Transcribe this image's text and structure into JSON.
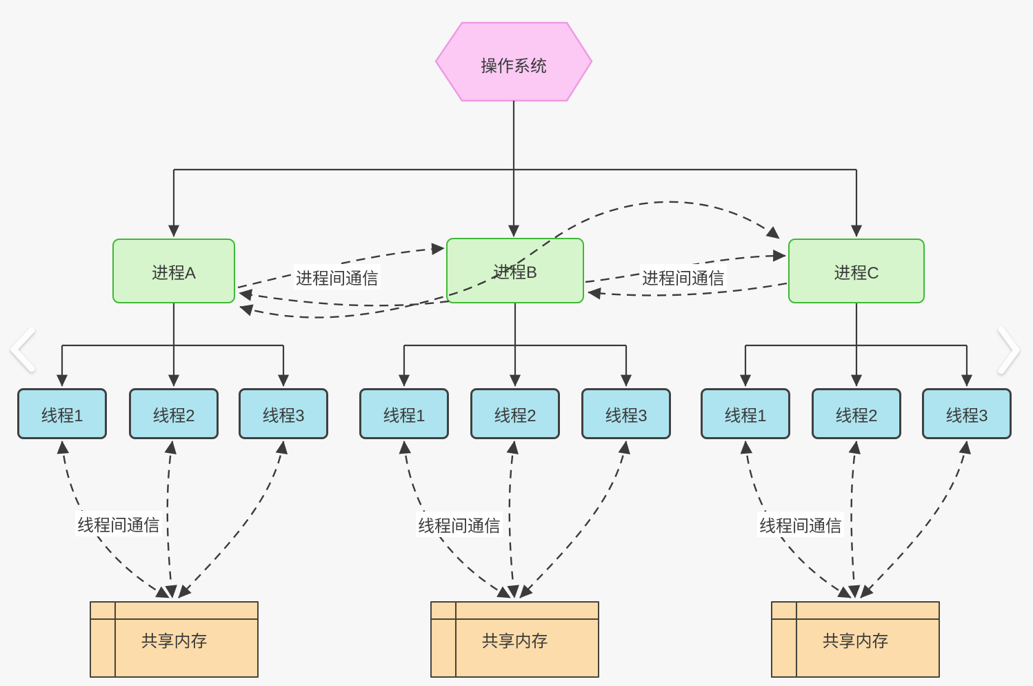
{
  "diagram": {
    "os_label": "操作系统",
    "processes": [
      {
        "label": "进程A"
      },
      {
        "label": "进程B"
      },
      {
        "label": "进程C"
      }
    ],
    "thread_labels": [
      "线程1",
      "线程2",
      "线程3"
    ],
    "shared_memory_label": "共享内存",
    "ipc_label": "进程间通信",
    "thread_comm_label": "线程间通信"
  },
  "nav": {
    "left_icon": "chevron-left",
    "right_icon": "chevron-right"
  },
  "colors": {
    "background": "#f7f7f7",
    "os_fill": "#fbc9f4",
    "os_border": "#ef9ae4",
    "process_fill": "#d6f5cc",
    "process_border": "#3fb837",
    "thread_fill": "#aee4ef",
    "thread_border": "#404040",
    "memory_fill": "#fcdcaa",
    "memory_border": "#45443a",
    "line": "#3b3b3b",
    "label_background": "#ffffff",
    "text": "#3a3a3a"
  }
}
